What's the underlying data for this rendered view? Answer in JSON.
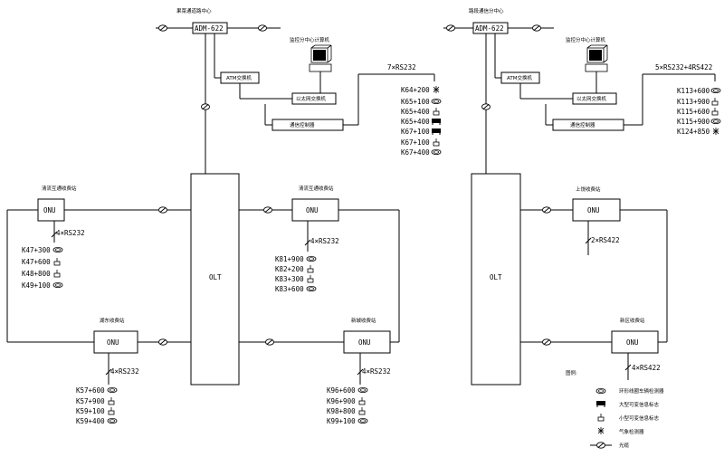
{
  "left_system": {
    "center_title": "果菜通道路中心",
    "adm": "ADM-622",
    "atm_switch": "ATM交换机",
    "eth_switch": "以太网交换机",
    "monitor_pc": "监控分中心计算机",
    "comm_controller": "通信控制器",
    "serial_label": "7×RS232",
    "center_devices": [
      "K64+200",
      "K65+100",
      "K65+400",
      "K65+400",
      "K67+100",
      "K67+100",
      "K67+400"
    ],
    "olt": "OLT",
    "onus": [
      {
        "station": "清流互通收费站",
        "onu": "ONU",
        "serial": "4×RS232",
        "devices": [
          "K47+300",
          "K47+600",
          "K48+800",
          "K49+100"
        ]
      },
      {
        "station": "清流互通收费站",
        "onu": "ONU",
        "serial": "4×RS232",
        "devices": [
          "K81+900",
          "K82+200",
          "K83+300",
          "K83+600"
        ]
      },
      {
        "station": "湖东收费站",
        "onu": "ONU",
        "serial": "4×RS232",
        "devices": [
          "K57+600",
          "K57+900",
          "K59+100",
          "K59+400"
        ]
      },
      {
        "station": "新城收费站",
        "onu": "ONU",
        "serial": "4×RS232",
        "devices": [
          "K96+600",
          "K96+900",
          "K98+800",
          "K99+100"
        ]
      }
    ]
  },
  "right_system": {
    "center_title": "路段通信分中心",
    "adm": "ADM-622",
    "atm_switch": "ATM交换机",
    "eth_switch": "以太网交换机",
    "monitor_pc": "监控分中心计算机",
    "comm_controller": "通信控制器",
    "serial_label": "5×RS232+4RS422",
    "center_devices": [
      "K113+600",
      "K113+900",
      "K115+600",
      "K115+900",
      "K124+850"
    ],
    "olt": "OLT",
    "onus": [
      {
        "station": "上饶收费站",
        "onu": "ONU",
        "serial": "2×RS422"
      },
      {
        "station": "新区收费站",
        "onu": "ONU",
        "serial": "4×RS422"
      }
    ]
  },
  "legend": {
    "title": "图例:",
    "items": [
      {
        "icon": "vehicle-detector-icon",
        "label": "环形线圈车辆检测器"
      },
      {
        "icon": "vms-large-icon",
        "label": "大型可变信息标志"
      },
      {
        "icon": "vms-small-icon",
        "label": "小型可变信息标志"
      },
      {
        "icon": "weather-detector-icon",
        "label": "气象检测器"
      },
      {
        "icon": "fiber-joint-icon",
        "label": "光缆"
      }
    ]
  }
}
